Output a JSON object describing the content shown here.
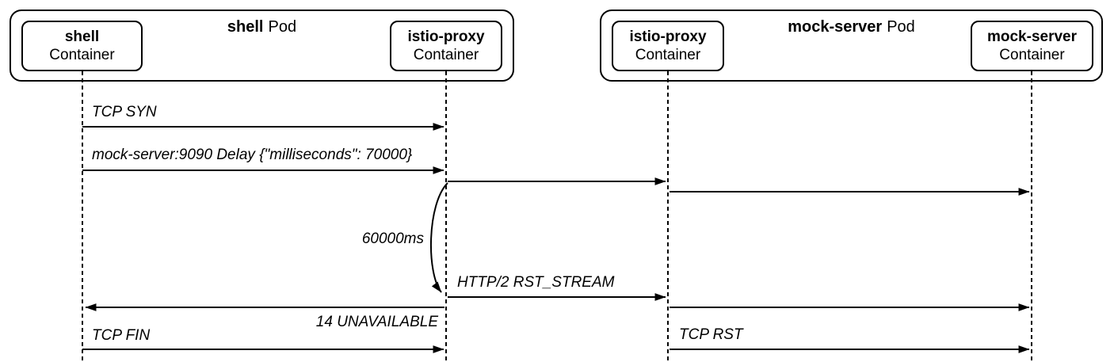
{
  "pods": [
    {
      "name": "shell",
      "kind": "Pod",
      "containers": [
        {
          "name": "shell",
          "kind": "Container"
        },
        {
          "name": "istio-proxy",
          "kind": "Container"
        }
      ]
    },
    {
      "name": "mock-server",
      "kind": "Pod",
      "containers": [
        {
          "name": "istio-proxy",
          "kind": "Container"
        },
        {
          "name": "mock-server",
          "kind": "Container"
        }
      ]
    }
  ],
  "messages": [
    {
      "label": "TCP SYN",
      "from": "shell container",
      "to": "istio-proxy container (shell pod)",
      "direction": "right"
    },
    {
      "label": "mock-server:9090 Delay {\"milliseconds\": 70000}",
      "from": "shell container",
      "to": "istio-proxy container (shell pod)",
      "direction": "right"
    },
    {
      "label": "",
      "from": "istio-proxy container (shell pod)",
      "to": "istio-proxy container (mock-server pod)",
      "direction": "right"
    },
    {
      "label": "",
      "from": "istio-proxy container (mock-server pod)",
      "to": "mock-server container",
      "direction": "right"
    },
    {
      "label": "60000ms",
      "from": "istio-proxy container (shell pod)",
      "to": "istio-proxy container (shell pod)",
      "direction": "self-delay"
    },
    {
      "label": "HTTP/2 RST_STREAM",
      "from": "istio-proxy container (shell pod)",
      "to": "istio-proxy container (mock-server pod)",
      "direction": "right"
    },
    {
      "label": "14 UNAVAILABLE",
      "from": "istio-proxy container (shell pod)",
      "to": "shell container",
      "direction": "left"
    },
    {
      "label": "",
      "from": "istio-proxy container (mock-server pod)",
      "to": "mock-server container",
      "direction": "right"
    },
    {
      "label": "TCP FIN",
      "from": "shell container",
      "to": "istio-proxy container (shell pod)",
      "direction": "right"
    },
    {
      "label": "TCP RST",
      "from": "istio-proxy container (mock-server pod)",
      "to": "mock-server container",
      "direction": "right"
    }
  ],
  "colors": {
    "line": "#000000",
    "background": "#ffffff"
  }
}
